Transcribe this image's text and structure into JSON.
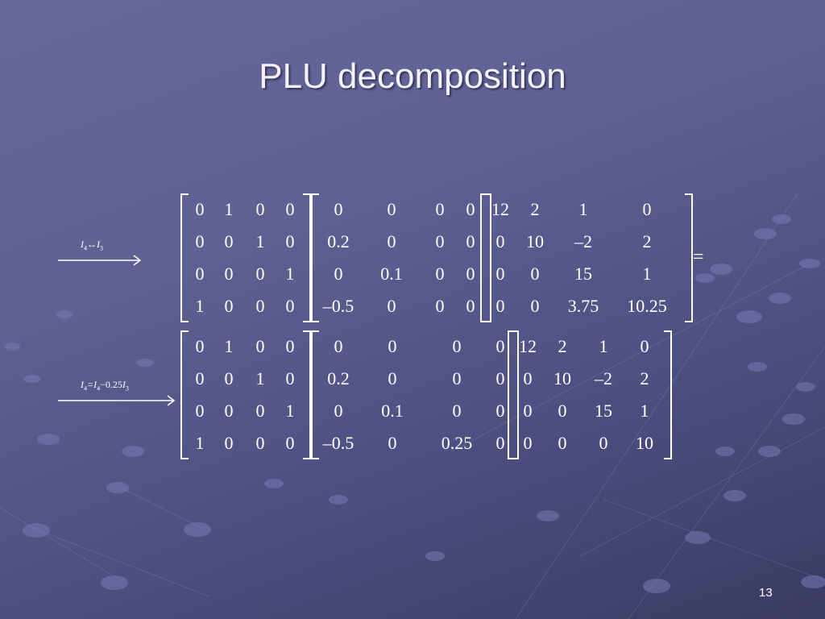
{
  "slide": {
    "title": "PLU decomposition",
    "page_number": "13",
    "background_color": "#5f6193",
    "text_color": "#ffffff"
  },
  "steps": [
    {
      "operation": {
        "label_html": "I4↔I3",
        "parts": [
          "I",
          "4",
          "↔",
          "I",
          "3"
        ]
      },
      "P": [
        [
          "0",
          "1",
          "0",
          "0"
        ],
        [
          "0",
          "0",
          "1",
          "0"
        ],
        [
          "0",
          "0",
          "0",
          "1"
        ],
        [
          "1",
          "0",
          "0",
          "0"
        ]
      ],
      "L": [
        [
          "0",
          "0",
          "0",
          "0"
        ],
        [
          "0.2",
          "0",
          "0",
          "0"
        ],
        [
          "0",
          "0.1",
          "0",
          "0"
        ],
        [
          "–0.5",
          "0",
          "0",
          "0"
        ]
      ],
      "U": [
        [
          "12",
          "2",
          "1",
          "0"
        ],
        [
          "0",
          "10",
          "–2",
          "2"
        ],
        [
          "0",
          "0",
          "15",
          "1"
        ],
        [
          "0",
          "0",
          "3.75",
          "10.25"
        ]
      ],
      "equals": "="
    },
    {
      "operation": {
        "parts": [
          "I",
          "4",
          "=",
          "I",
          "4",
          "−0.25",
          "I",
          "3"
        ]
      },
      "P": [
        [
          "0",
          "1",
          "0",
          "0"
        ],
        [
          "0",
          "0",
          "1",
          "0"
        ],
        [
          "0",
          "0",
          "0",
          "1"
        ],
        [
          "1",
          "0",
          "0",
          "0"
        ]
      ],
      "L": [
        [
          "0",
          "0",
          "0",
          "0"
        ],
        [
          "0.2",
          "0",
          "0",
          "0"
        ],
        [
          "0",
          "0.1",
          "0",
          "0"
        ],
        [
          "–0.5",
          "0",
          "0.25",
          "0"
        ]
      ],
      "U": [
        [
          "12",
          "2",
          "1",
          "0"
        ],
        [
          "0",
          "10",
          "–2",
          "2"
        ],
        [
          "0",
          "0",
          "15",
          "1"
        ],
        [
          "0",
          "0",
          "0",
          "10"
        ]
      ]
    }
  ]
}
